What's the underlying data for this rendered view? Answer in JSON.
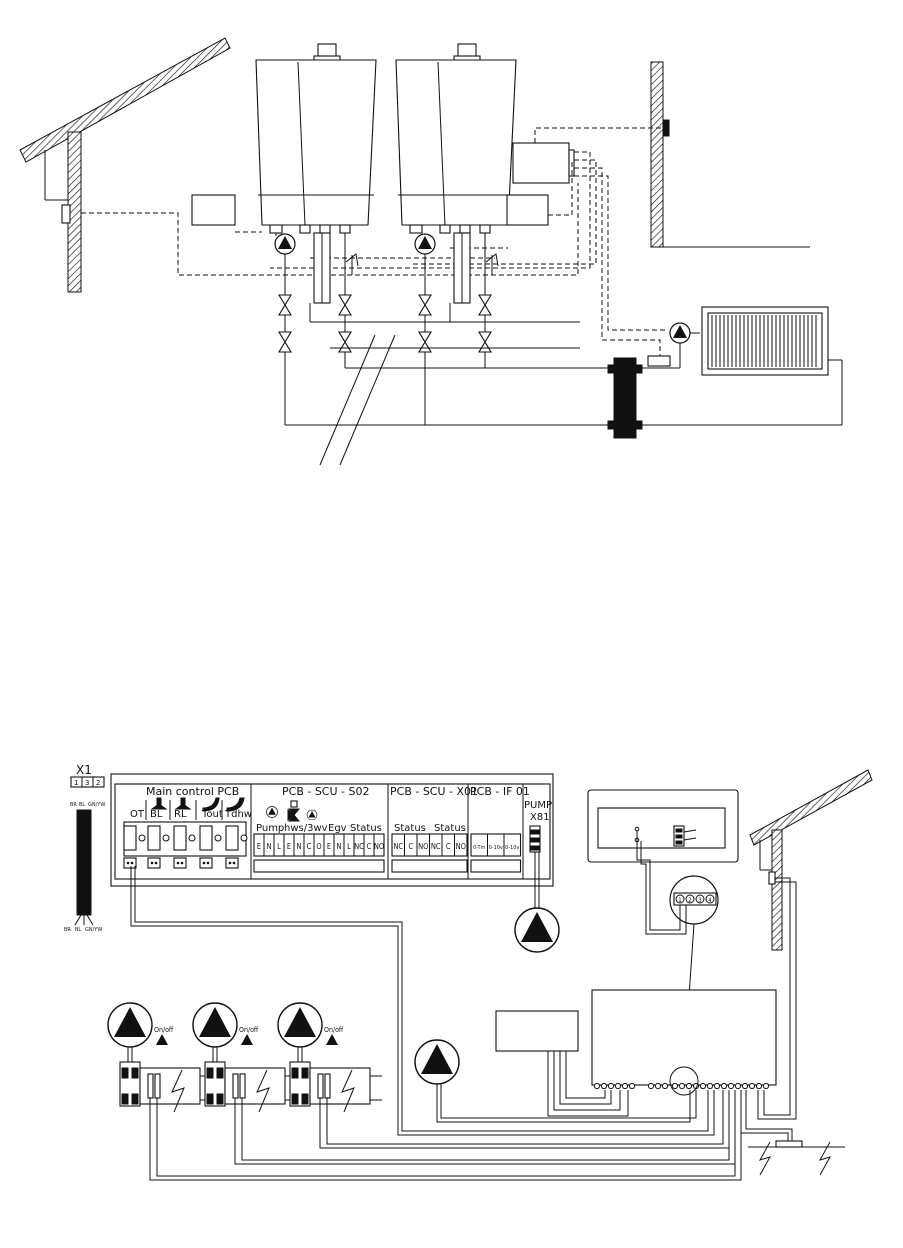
{
  "terminal_x1": {
    "title": "X1",
    "pins": [
      "1",
      "3",
      "2"
    ],
    "top_wires": [
      "BR",
      "BL",
      "GN/YW"
    ],
    "bottom_wires": [
      "BR",
      "BL",
      "GN/YW"
    ]
  },
  "pcb": {
    "main_control": {
      "title": "Main control PCB",
      "columns": [
        "OT",
        "BL",
        "RL",
        "Tout",
        "Tdhw"
      ]
    },
    "scu_s02": {
      "title": "PCB - SCU - S02",
      "groups": [
        "Pump",
        "hws/3wv",
        "Egv",
        "Status"
      ],
      "terminals": [
        "E",
        "N",
        "L",
        "E",
        "N",
        "C",
        "O",
        "E",
        "N",
        "L",
        "NC",
        "C",
        "NO"
      ]
    },
    "scu_x01": {
      "title": "PCB - SCU - X01",
      "groups": [
        "Status",
        "Status"
      ],
      "terminals": [
        "NC",
        "C",
        "NO",
        "NC",
        "C",
        "NO"
      ]
    },
    "if01": {
      "title": "PCB - IF 01",
      "terminals": [
        "0-Tm",
        "0-10v",
        "0-10v"
      ]
    },
    "pump_x81": {
      "title": "PUMP",
      "subtitle": "X81"
    }
  },
  "zones": [
    {
      "label": "On/off"
    },
    {
      "label": "On/off"
    },
    {
      "label": "On/off"
    }
  ],
  "module_terminals": [
    "1",
    "2",
    "3",
    "4"
  ]
}
